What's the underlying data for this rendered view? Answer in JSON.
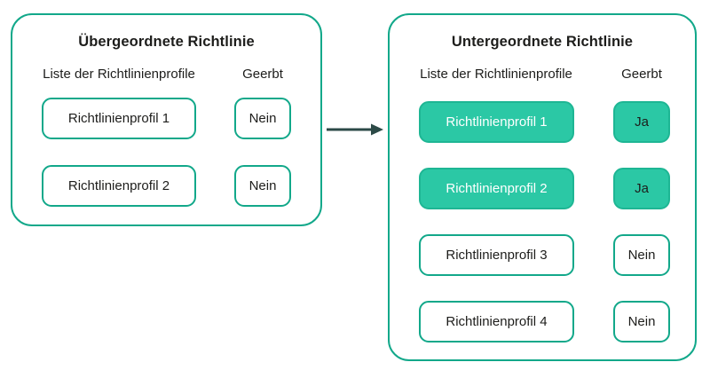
{
  "diagram": {
    "colors": {
      "accent_border": "#12A88A",
      "accent_fill": "#2BC8A5",
      "accent_fill_border": "#1EB694",
      "arrow_color": "#2C4A47",
      "text_dark": "#1D1D1B",
      "text_light": "#FFFFFF"
    },
    "arrow": {
      "direction": "right"
    },
    "panels": [
      {
        "title": "Übergeordnete Richtlinie",
        "profiles_header": "Liste der Richtlinienprofile",
        "inherited_header": "Geerbt",
        "rows": [
          {
            "profile": "Richtlinienprofil 1",
            "inherited": "Nein",
            "highlighted": false
          },
          {
            "profile": "Richtlinienprofil 2",
            "inherited": "Nein",
            "highlighted": false
          }
        ]
      },
      {
        "title": "Untergeordnete Richtlinie",
        "profiles_header": "Liste der Richtlinienprofile",
        "inherited_header": "Geerbt",
        "rows": [
          {
            "profile": "Richtlinienprofil 1",
            "inherited": "Ja",
            "highlighted": true
          },
          {
            "profile": "Richtlinienprofil 2",
            "inherited": "Ja",
            "highlighted": true
          },
          {
            "profile": "Richtlinienprofil 3",
            "inherited": "Nein",
            "highlighted": false
          },
          {
            "profile": "Richtlinienprofil 4",
            "inherited": "Nein",
            "highlighted": false
          }
        ]
      }
    ]
  }
}
